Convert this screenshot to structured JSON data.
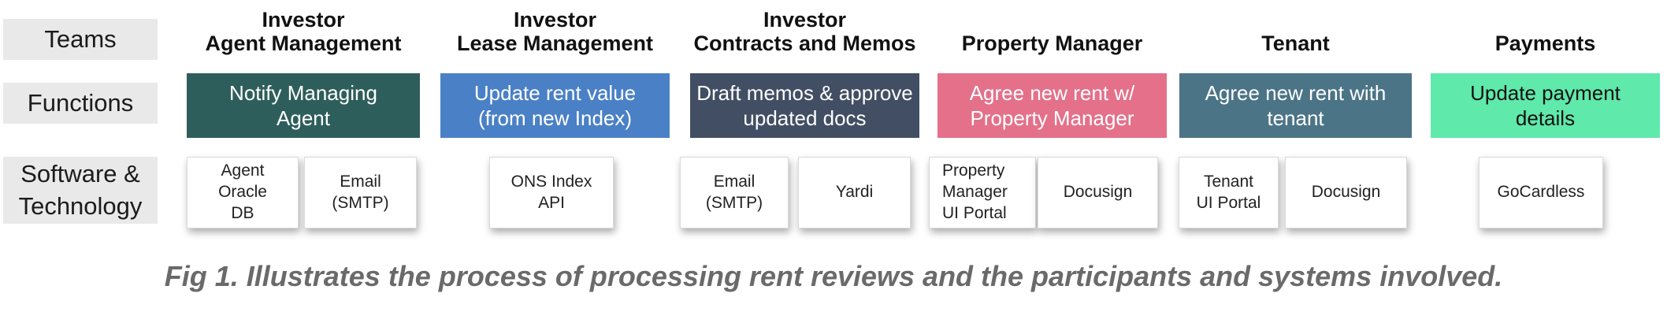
{
  "caption": "Fig 1. Illustrates the process of processing rent reviews and the participants and systems involved.",
  "row_labels": {
    "teams": "Teams",
    "functions": "Functions",
    "software": "Software &\nTechnology"
  },
  "colors": {
    "row_label_bg": "#E9E9E9",
    "caption_text": "#6A6A6A",
    "header_text": "#111111"
  },
  "columns": [
    {
      "team": "Investor\nAgent Management",
      "function": "Notify Managing\nAgent",
      "function_bg": "#2E5E5B",
      "function_color": "#FFFFFF",
      "software": [
        {
          "label": "Agent\nOracle\nDB"
        },
        {
          "label": "Email\n(SMTP)"
        }
      ]
    },
    {
      "team": "Investor\nLease Management",
      "function": "Update rent value\n(from new Index)",
      "function_bg": "#4A80C6",
      "function_color": "#FFFFFF",
      "software": [
        {
          "label": "ONS Index\nAPI"
        }
      ]
    },
    {
      "team": "Investor\nContracts and Memos",
      "function": "Draft memos & approve\nupdated docs",
      "function_bg": "#414E63",
      "function_color": "#FFFFFF",
      "software": [
        {
          "label": "Email\n(SMTP)"
        },
        {
          "label": "Yardi"
        }
      ]
    },
    {
      "team": "Property Manager",
      "function": "Agree new rent w/\nProperty Manager",
      "function_bg": "#E4708A",
      "function_color": "#FFFFFF",
      "software": [
        {
          "label": "Property\nManager\nUI Portal"
        },
        {
          "label": "Docusign"
        }
      ]
    },
    {
      "team": "Tenant",
      "function": "Agree new rent with\ntenant",
      "function_bg": "#4B7486",
      "function_color": "#FFFFFF",
      "software": [
        {
          "label": "Tenant\nUI Portal"
        },
        {
          "label": "Docusign"
        }
      ]
    },
    {
      "team": "Payments",
      "function": "Update payment\ndetails",
      "function_bg": "#5FE9AB",
      "function_color": "#111111",
      "software": [
        {
          "label": "GoCardless"
        }
      ]
    }
  ]
}
